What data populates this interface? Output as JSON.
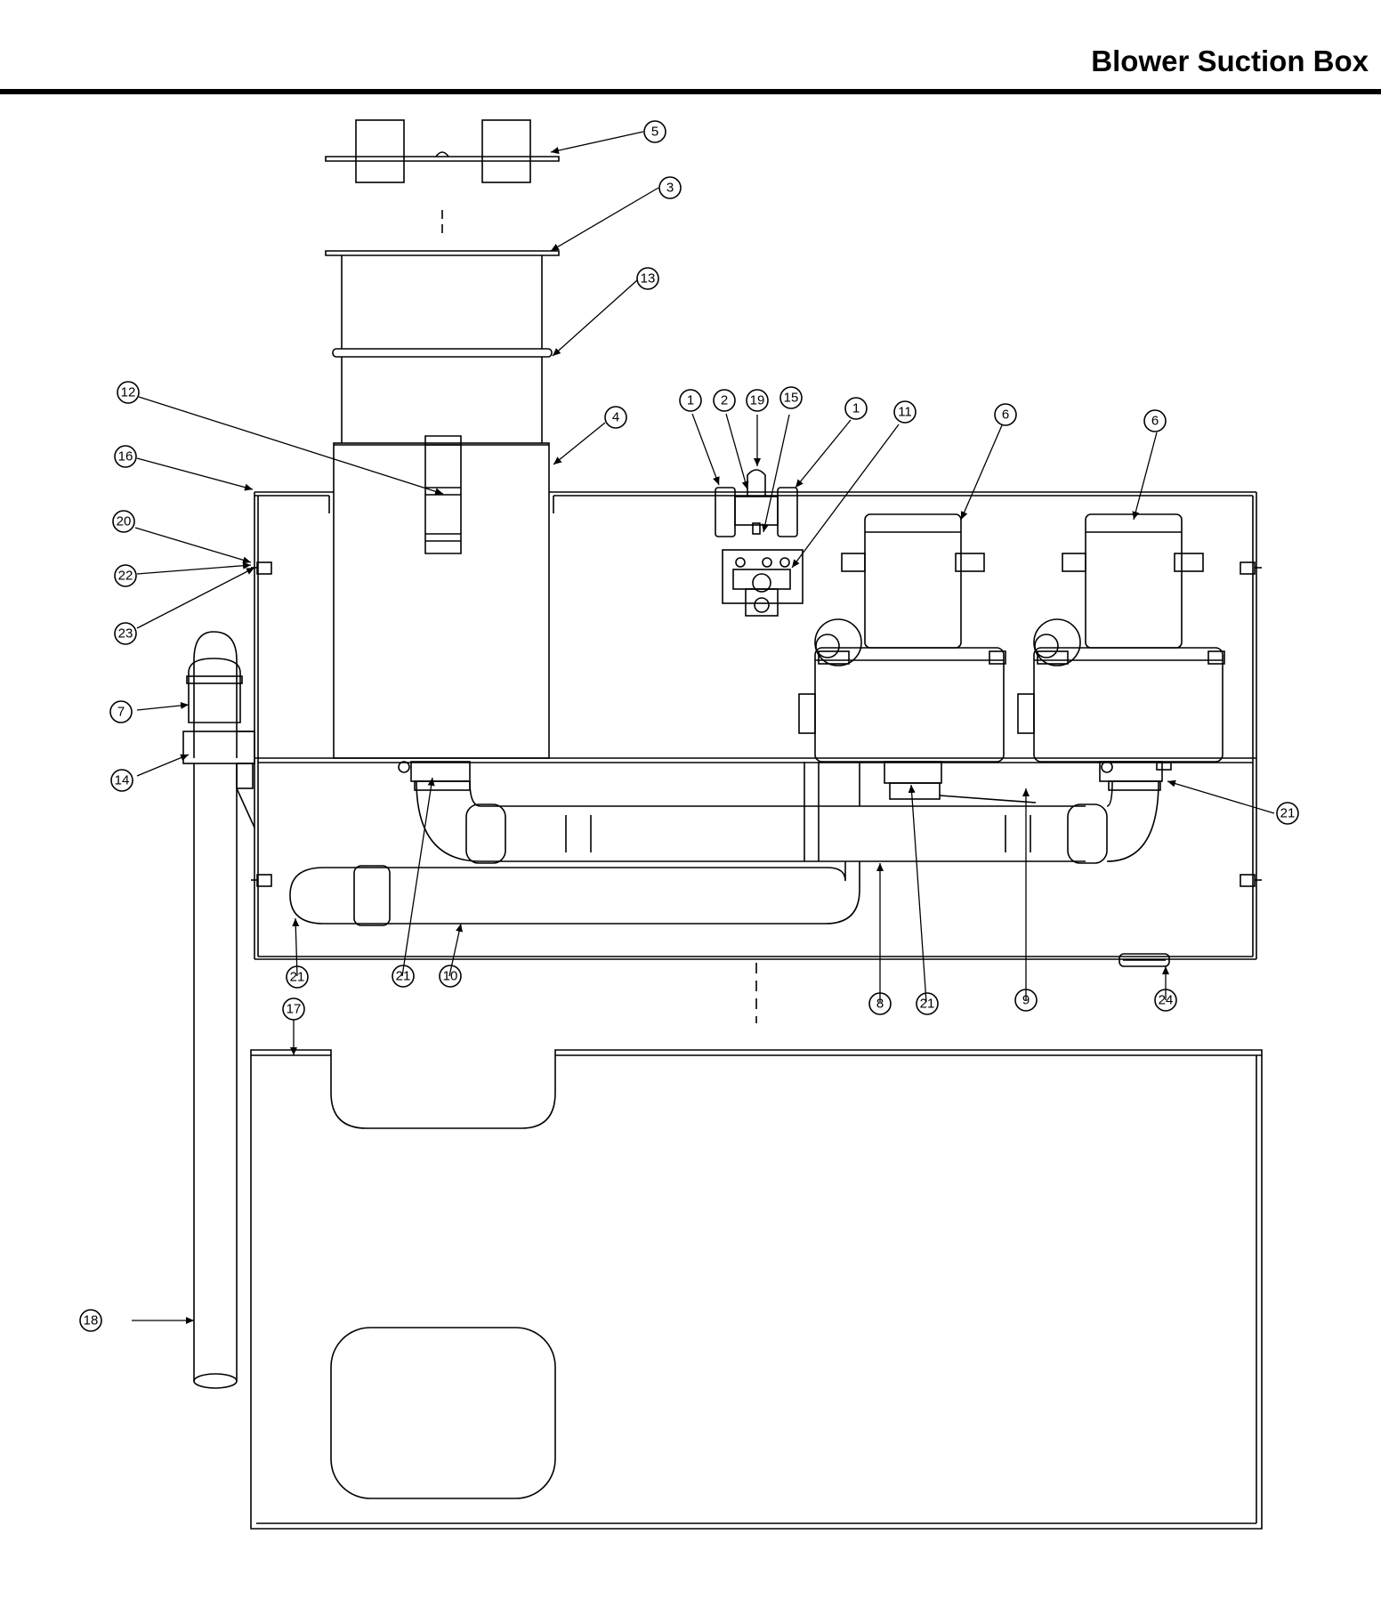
{
  "header": {
    "title": "Blower Suction Box"
  },
  "callouts": [
    {
      "id": "c5",
      "label": "5"
    },
    {
      "id": "c3",
      "label": "3"
    },
    {
      "id": "c13",
      "label": "13"
    },
    {
      "id": "c12",
      "label": "12"
    },
    {
      "id": "c4",
      "label": "4"
    },
    {
      "id": "c16",
      "label": "16"
    },
    {
      "id": "c20",
      "label": "20"
    },
    {
      "id": "c22",
      "label": "22"
    },
    {
      "id": "c23",
      "label": "23"
    },
    {
      "id": "c7",
      "label": "7"
    },
    {
      "id": "c14",
      "label": "14"
    },
    {
      "id": "c1a",
      "label": "1"
    },
    {
      "id": "c2",
      "label": "2"
    },
    {
      "id": "c19",
      "label": "19"
    },
    {
      "id": "c15",
      "label": "15"
    },
    {
      "id": "c1b",
      "label": "1"
    },
    {
      "id": "c11",
      "label": "11"
    },
    {
      "id": "c6a",
      "label": "6"
    },
    {
      "id": "c6b",
      "label": "6"
    },
    {
      "id": "c21a",
      "label": "21"
    },
    {
      "id": "c21b",
      "label": "21"
    },
    {
      "id": "c21c",
      "label": "21"
    },
    {
      "id": "c10",
      "label": "10"
    },
    {
      "id": "c8",
      "label": "8"
    },
    {
      "id": "c21d",
      "label": "21"
    },
    {
      "id": "c9",
      "label": "9"
    },
    {
      "id": "c24",
      "label": "24"
    },
    {
      "id": "c17",
      "label": "17"
    },
    {
      "id": "c18",
      "label": "18"
    }
  ]
}
